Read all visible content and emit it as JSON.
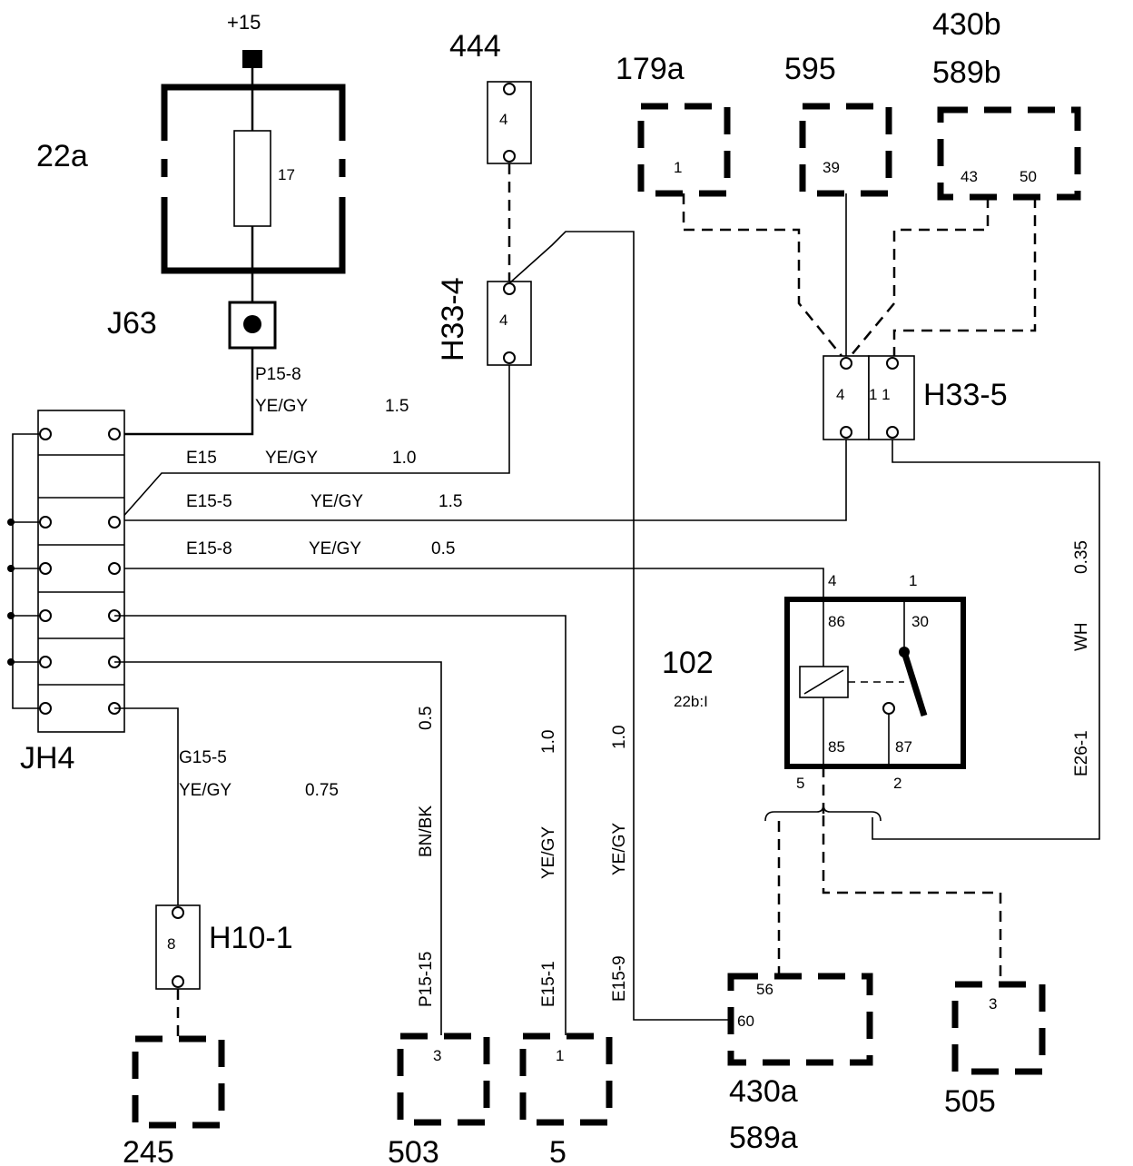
{
  "components": {
    "supply": "+15",
    "fuse_box": "22a",
    "fuse": "17",
    "j63": "J63",
    "c444": "444",
    "c444_pin": "4",
    "h33_4": "H33-4",
    "h33_4_pin": "4",
    "c179a": "179a",
    "c179a_pin": "1",
    "c595": "595",
    "c595_pin": "39",
    "c430b": "430b",
    "c589b": "589b",
    "c430b_pin_a": "43",
    "c430b_pin_b": "50",
    "h33_5": "H33-5",
    "h33_5_pin_a": "4",
    "h33_5_pin_b": "1 1",
    "jh4": "JH4",
    "relay_num": "102",
    "relay_ref": "22b:I",
    "relay_p4": "4",
    "relay_p1": "1",
    "relay_86": "86",
    "relay_30": "30",
    "relay_85": "85",
    "relay_87": "87",
    "relay_p5": "5",
    "relay_p2": "2",
    "h10_1": "H10-1",
    "h10_1_pin": "8",
    "c245": "245",
    "c503": "503",
    "c503_pin": "3",
    "c5": "5",
    "c5_pin": "1",
    "c430a": "430a",
    "c589a": "589a",
    "c430a_pin_a": "56",
    "c430a_pin_b": "60",
    "c505": "505",
    "c505_pin": "3"
  },
  "wires": {
    "p15_8": {
      "id": "P15-8",
      "color": "YE/GY",
      "size": "1.5"
    },
    "e15": {
      "id": "E15",
      "color": "YE/GY",
      "size": "1.0"
    },
    "e15_5": {
      "id": "E15-5",
      "color": "YE/GY",
      "size": "1.5"
    },
    "e15_8": {
      "id": "E15-8",
      "color": "YE/GY",
      "size": "0.5"
    },
    "g15_5": {
      "id": "G15-5",
      "color": "YE/GY",
      "size": "0.75"
    },
    "p15_15": {
      "id": "P15-15",
      "color": "BN/BK",
      "size": "0.5"
    },
    "e15_1": {
      "id": "E15-1",
      "color": "YE/GY",
      "size": "1.0"
    },
    "e15_9": {
      "id": "E15-9",
      "color": "YE/GY",
      "size": "1.0"
    },
    "e26_1": {
      "id": "E26-1",
      "color": "WH",
      "size": "0.35"
    }
  }
}
